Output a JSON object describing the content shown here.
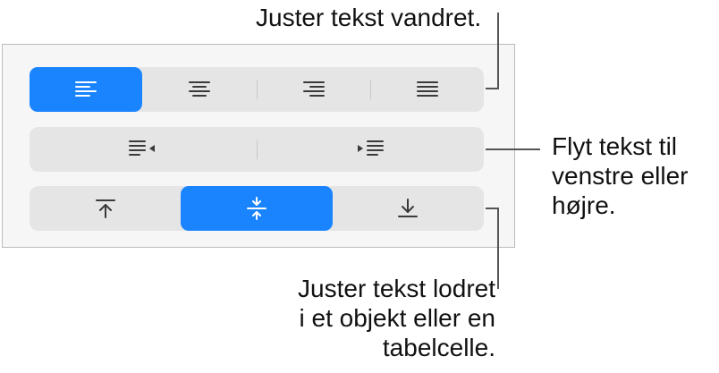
{
  "panel": {
    "horizontal_alignment": {
      "buttons": [
        {
          "name": "align-left",
          "icon": "align-left-icon",
          "selected": true
        },
        {
          "name": "align-center",
          "icon": "align-center-icon",
          "selected": false
        },
        {
          "name": "align-right",
          "icon": "align-right-icon",
          "selected": false
        },
        {
          "name": "justify",
          "icon": "justify-icon",
          "selected": false
        }
      ]
    },
    "indent": {
      "buttons": [
        {
          "name": "decrease-indent",
          "icon": "outdent-icon"
        },
        {
          "name": "increase-indent",
          "icon": "indent-icon"
        }
      ]
    },
    "vertical_alignment": {
      "buttons": [
        {
          "name": "align-top",
          "icon": "align-top-icon",
          "selected": false
        },
        {
          "name": "align-middle",
          "icon": "align-middle-icon",
          "selected": true
        },
        {
          "name": "align-bottom",
          "icon": "align-bottom-icon",
          "selected": false
        }
      ]
    }
  },
  "callouts": {
    "horizontal": [
      "Juster tekst vandret."
    ],
    "indent": [
      "Flyt tekst til",
      "venstre eller",
      "højre."
    ],
    "vertical": [
      "Juster tekst lodret",
      "i et objekt eller en",
      "tabelcelle."
    ]
  },
  "colors": {
    "accent": "#1a84ff",
    "segment_bg": "#e5e5e5",
    "panel_bg": "#f6f6f6",
    "icon_dark": "#3a3a3a",
    "icon_on_accent": "#ffffff"
  }
}
